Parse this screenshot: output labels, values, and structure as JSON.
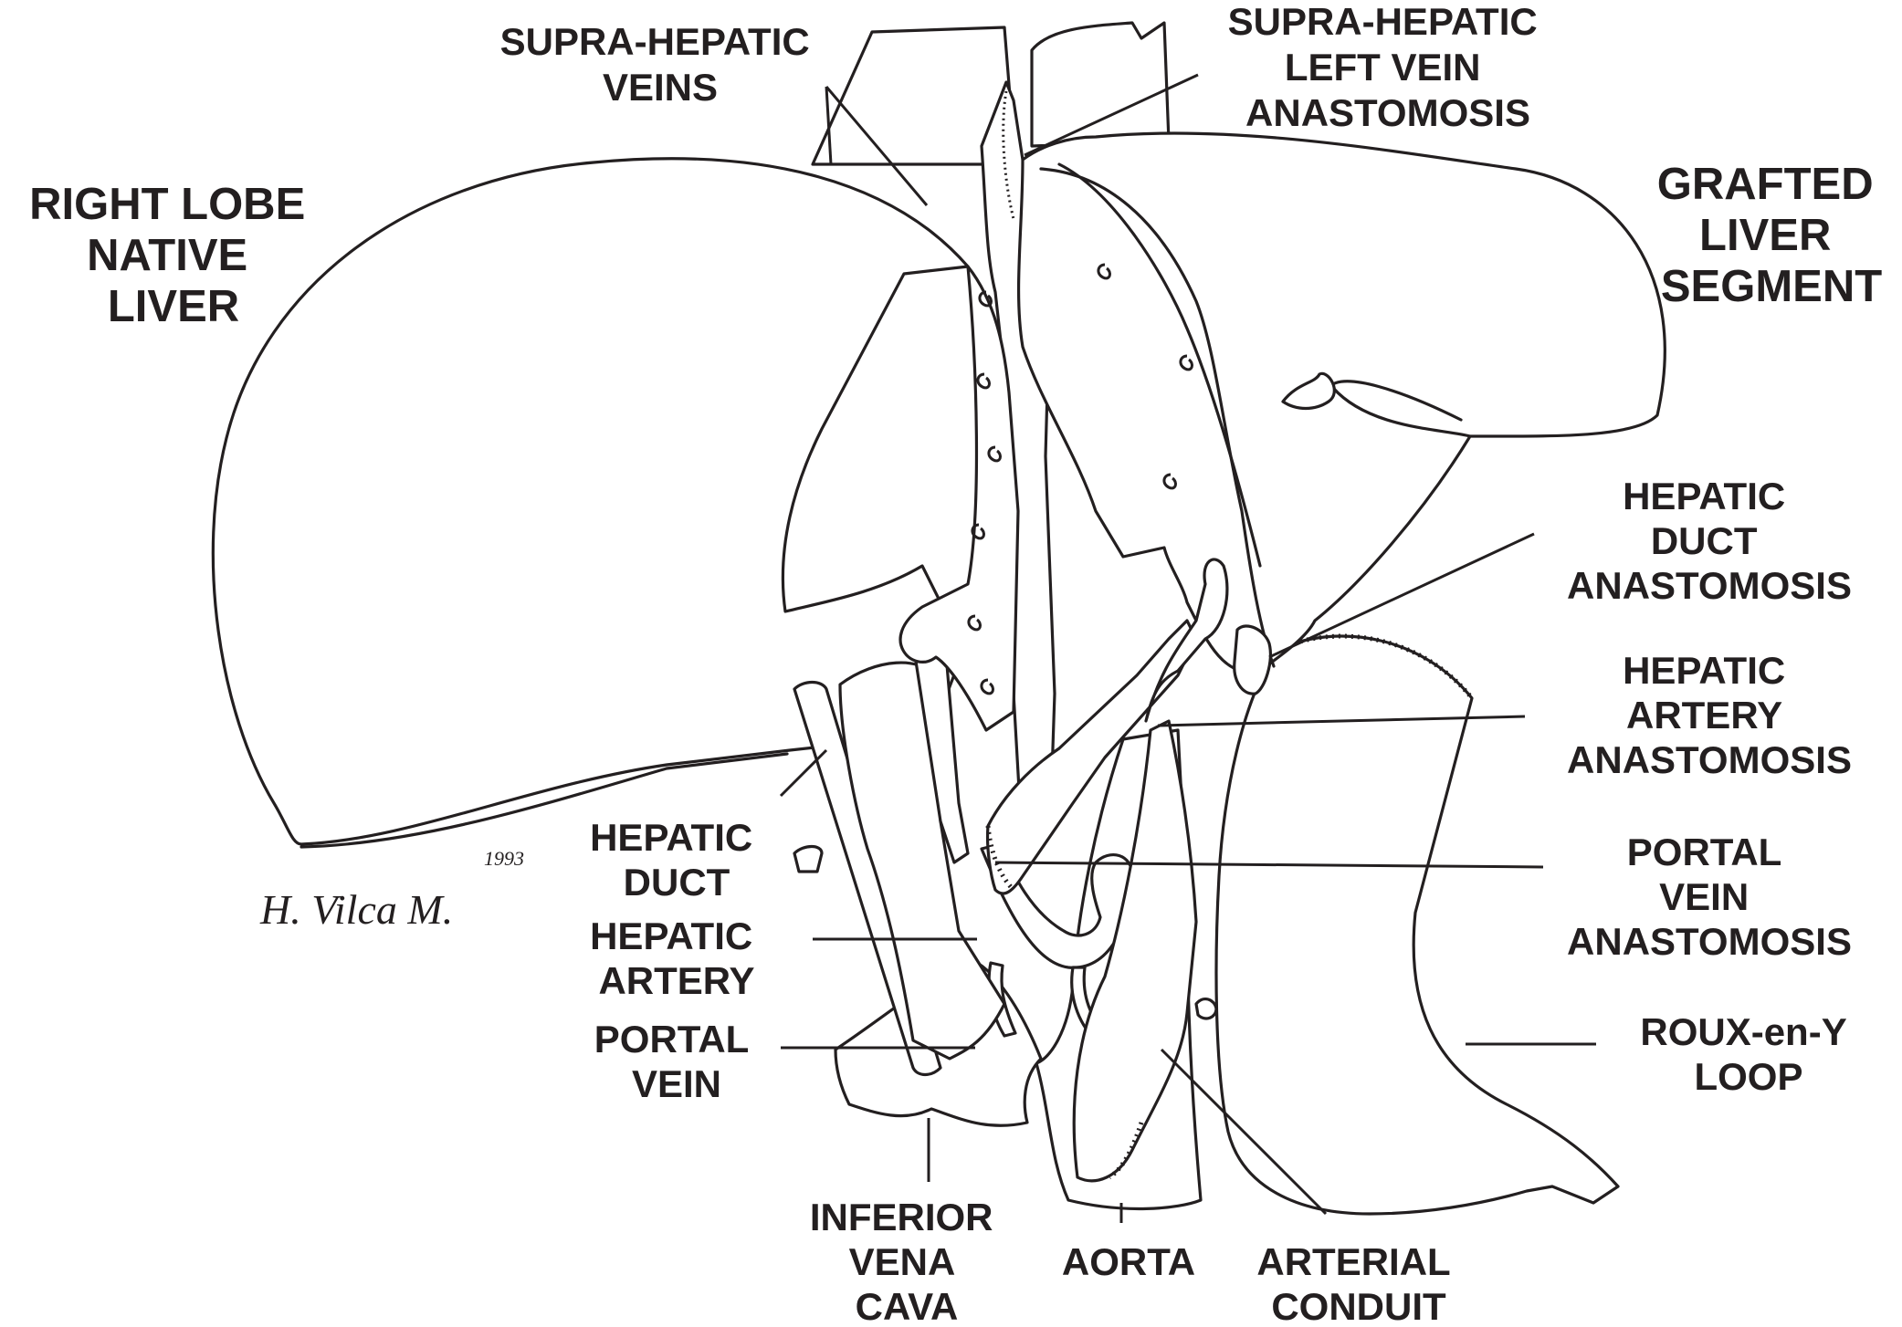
{
  "labels": {
    "supra_hepatic_veins": [
      "SUPRA-HEPATIC",
      "VEINS"
    ],
    "supra_hepatic_left_vein_anastomosis": [
      "SUPRA-HEPATIC",
      "LEFT VEIN",
      "ANASTOMOSIS"
    ],
    "right_lobe_native_liver": [
      "RIGHT LOBE",
      "NATIVE",
      "LIVER"
    ],
    "grafted_liver_segment": [
      "GRAFTED",
      "LIVER",
      "SEGMENT"
    ],
    "hepatic_duct_anastomosis": [
      "HEPATIC",
      "DUCT",
      "ANASTOMOSIS"
    ],
    "hepatic_artery_anastomosis": [
      "HEPATIC",
      "ARTERY",
      "ANASTOMOSIS"
    ],
    "portal_vein_anastomosis": [
      "PORTAL",
      "VEIN",
      "ANASTOMOSIS"
    ],
    "roux_en_y_loop": [
      "ROUX-en-Y",
      "LOOP"
    ],
    "hepatic_duct": [
      "HEPATIC",
      "DUCT"
    ],
    "hepatic_artery": [
      "HEPATIC",
      "ARTERY"
    ],
    "portal_vein": [
      "PORTAL",
      "VEIN"
    ],
    "inferior_vena_cava": [
      "INFERIOR",
      "VENA",
      "CAVA"
    ],
    "aorta": [
      "AORTA"
    ],
    "arterial_conduit": [
      "ARTERIAL",
      "CONDUIT"
    ]
  },
  "signature": {
    "name": "H. Vilca M.",
    "year": "1993"
  },
  "colors": {
    "ink": "#231f20",
    "background": "#ffffff"
  }
}
